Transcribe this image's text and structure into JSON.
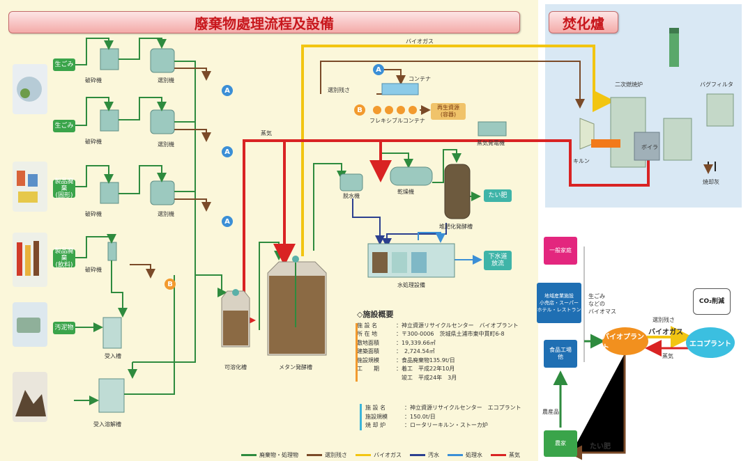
{
  "titles": {
    "main": "廢棄物處理流程及設備",
    "incinerator": "焚化爐"
  },
  "inputs": {
    "garbage1": "生ごみ",
    "garbage2": "生ごみ",
    "waste_packaged": "製品廃棄\n(固形)",
    "waste_drink": "製品廃棄\n(飲料)",
    "sludge": "汚泥物"
  },
  "labels": {
    "crusher": "破砕機",
    "separator": "選別機",
    "receiving_tank": "受入槽",
    "receiving_dissolving_tank": "受入溶解槽",
    "solubilization_tank": "可溶化槽",
    "methane_tank": "メタン発酵槽",
    "biogas": "バイオガス",
    "steam": "蒸気",
    "residue": "選別残さ",
    "container": "コンテナ",
    "flexible_container": "フレキシブルコンテナ",
    "recycled_resource": "再生資源\n(容器)",
    "steam_generator": "蒸気発電機",
    "dehydrator": "脱水機",
    "dryer": "乾燥機",
    "compost_tank": "堆肥化発酵槽",
    "compost": "たい肥",
    "water_treatment": "水処理設備",
    "sewer": "下水道\n放流",
    "secondary_combustion": "二次燃焼炉",
    "bag_filter": "バグフィルタ",
    "kiln": "キルン",
    "boiler": "ボイラ",
    "ash": "焼却灰",
    "badge_a": "A",
    "badge_b": "B"
  },
  "facility_info": {
    "heading": "◇施設概要",
    "rows": [
      {
        "k": "施 設 名",
        "v": "：神立資源リサイクルセンター　バイオプラント"
      },
      {
        "k": "所 在 地",
        "v": "：〒300-0006　茨城県土浦市東中貫町6-8"
      },
      {
        "k": "敷地面積",
        "v": "：19,339.66㎡"
      },
      {
        "k": "建築面積",
        "v": "：　2,724.54㎡"
      },
      {
        "k": "施設規模",
        "v": "：食品廃棄物135.9t/日"
      },
      {
        "k": "工　　期",
        "v": "：着工　平成22年10月"
      },
      {
        "k": "",
        "v": "　竣工　平成24年　3月"
      }
    ],
    "rows2": [
      {
        "k": "施 設 名",
        "v": "：神立資源リサイクルセンター　エコプラント"
      },
      {
        "k": "施設規模",
        "v": "：150.0t/日"
      },
      {
        "k": "焼 却 炉",
        "v": "：ロータリーキルン・ストーカ炉"
      }
    ]
  },
  "cycle": {
    "households": "一般家庭",
    "shops": "地域産業施設\n小売店・スーパー\nホテル・レストラン",
    "food_factory": "食品工場\n他",
    "farm": "農家",
    "biomass_note": "生ごみ\nなどの\nバイオマス",
    "bioplant": "バイオプラント",
    "ecoplant": "エコプラント",
    "co2": "CO₂削減",
    "residue": "選別残さ",
    "biogas": "バイオガス",
    "steam": "蒸気",
    "produce": "農産品",
    "compost": "たい肥"
  },
  "legend": [
    {
      "label": "廃棄物・処理物",
      "color": "#2e8b3e"
    },
    {
      "label": "選別残さ",
      "color": "#7a4a28"
    },
    {
      "label": "バイオガス",
      "color": "#f2c511"
    },
    {
      "label": "汚水",
      "color": "#2b3f8f"
    },
    {
      "label": "処理水",
      "color": "#3b8fd6"
    },
    {
      "label": "蒸気",
      "color": "#d92323"
    }
  ],
  "colors": {
    "waste": "#2e8b3e",
    "residue": "#7a4a28",
    "biogas": "#f2c511",
    "wastewater": "#2b3f8f",
    "treated_water": "#3b8fd6",
    "steam": "#d92323"
  }
}
